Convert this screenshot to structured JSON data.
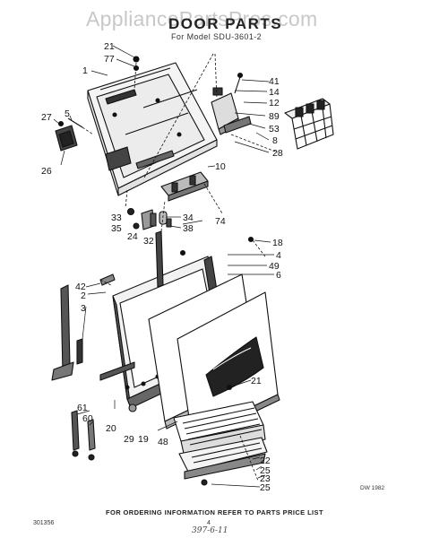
{
  "watermark": "AppliancePartsPros.com",
  "header": {
    "title": "DOOR PARTS",
    "subtitle": "For Model SDU-3601-2"
  },
  "part_numbers": [
    "21",
    "77",
    "1",
    "27",
    "5",
    "26",
    "41",
    "14",
    "12",
    "89",
    "53",
    "8",
    "28",
    "10",
    "33",
    "35",
    "24",
    "32",
    "34",
    "38",
    "74",
    "18",
    "4",
    "49",
    "6",
    "42",
    "2",
    "3",
    "21",
    "20",
    "29",
    "19",
    "48",
    "61",
    "60",
    "22",
    "25",
    "23",
    "25"
  ],
  "footer": {
    "ordering_note": "FOR ORDERING INFORMATION REFER TO PARTS PRICE LIST",
    "doc_code": "301356",
    "page_number": "4",
    "handwritten": "397-6-11",
    "drawing_code": "DW 1982"
  }
}
